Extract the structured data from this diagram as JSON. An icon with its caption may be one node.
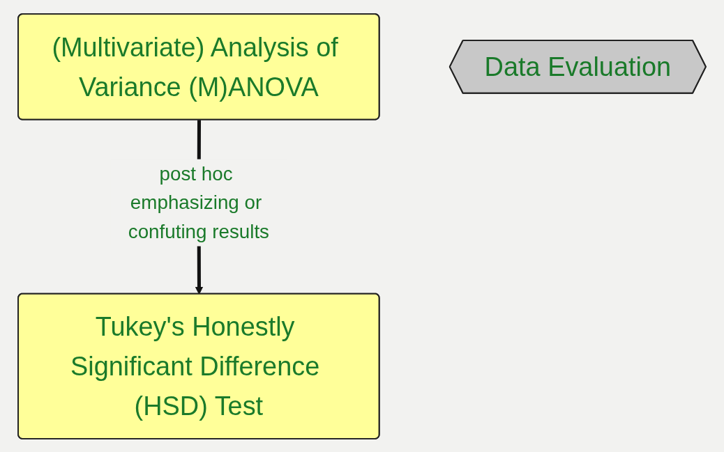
{
  "diagram": {
    "nodes": [
      {
        "text": [
          "(Multivariate) Analysis of Variance (M)ANOVA"
        ]
      },
      {
        "text": [
          "Data Evaluation"
        ]
      },
      {
        "text": [
          "Tukey's Honestly Significant Difference (HSD) Test"
        ]
      }
    ],
    "edges": [
      {
        "from": 0,
        "to": 2,
        "arrow": "to",
        "label": "post hoc emphasizing or confuting results"
      }
    ]
  }
}
